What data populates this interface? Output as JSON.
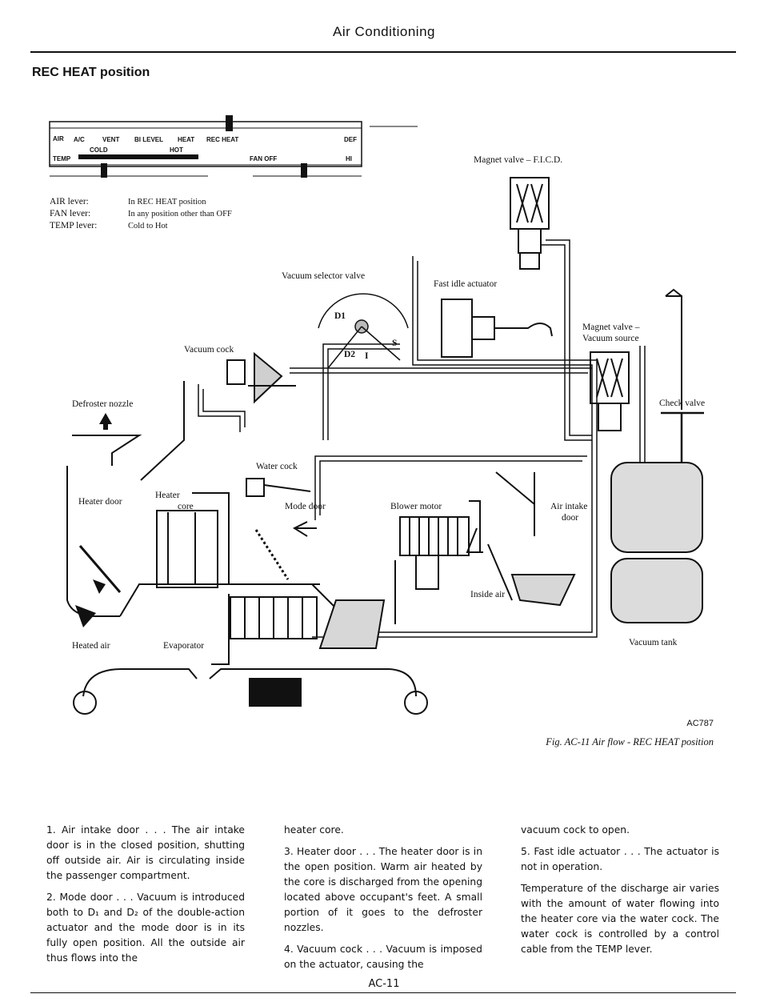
{
  "header": {
    "title": "Air Conditioning"
  },
  "section": {
    "title": "REC HEAT position"
  },
  "control_panel": {
    "air_row_left": "AIR",
    "air_positions": [
      "A/C",
      "VENT",
      "BI LEVEL",
      "HEAT",
      "REC HEAT",
      "DEF"
    ],
    "temp_left": "TEMP",
    "cold": "COLD",
    "hot": "HOT",
    "fan": "FAN OFF",
    "fan_hi": "HI"
  },
  "lever_settings": [
    {
      "lever": "AIR lever:",
      "setting": "In REC HEAT position"
    },
    {
      "lever": "FAN lever:",
      "setting": "In any position other than OFF"
    },
    {
      "lever": "TEMP lever:",
      "setting": "Cold to Hot"
    }
  ],
  "labels": {
    "magnet_fid": "Magnet valve – F.I.C.D.",
    "fast_idle": "Fast idle actuator",
    "vacuum_selector": "Vacuum selector valve",
    "vacuum_cock": "Vacuum cock",
    "defroster_nozzle": "Defroster nozzle",
    "magnet_vacuum_1": "Magnet valve –",
    "magnet_vacuum_2": "Vacuum source",
    "check_valve": "Check valve",
    "water_cock": "Water cock",
    "heater_door": "Heater door",
    "heater": "Heater",
    "core": "core",
    "mode_door": "Mode door",
    "blower_motor": "Blower motor",
    "air_intake": "Air intake",
    "door": "door",
    "inside_air": "Inside air",
    "heated_air": "Heated air",
    "evaporator": "Evaporator",
    "vacuum_tank": "Vacuum tank",
    "d1": "D1",
    "d2": "D2",
    "i": "I",
    "s": "S"
  },
  "figure": {
    "code": "AC787",
    "caption": "Fig. AC-11 Air flow - REC HEAT position"
  },
  "body": {
    "col1": [
      "1. Air intake door . . . The air intake door is in the closed position, shutting off outside air. Air is circulating inside the passenger compartment.",
      "2. Mode door . . . Vacuum is introduced both to D₁ and D₂ of the double-action actuator and the mode door is in its fully open position. All the outside air thus flows into the"
    ],
    "col2": [
      "heater core.",
      "3. Heater door . . . The heater door is in the open position. Warm air heated by the core is discharged from the opening located above occupant's feet. A small portion of it goes to the defroster nozzles.",
      "4. Vacuum cock . . . Vacuum is imposed on the actuator, causing the"
    ],
    "col3": [
      "vacuum cock to open.",
      "5. Fast idle actuator . . . The actuator is not in operation.",
      "Temperature of the discharge air varies with the amount of water flowing into the heater core via the water cock. The water cock is controlled by a control cable from the TEMP lever."
    ]
  },
  "footer": {
    "page_number": "AC-11"
  }
}
